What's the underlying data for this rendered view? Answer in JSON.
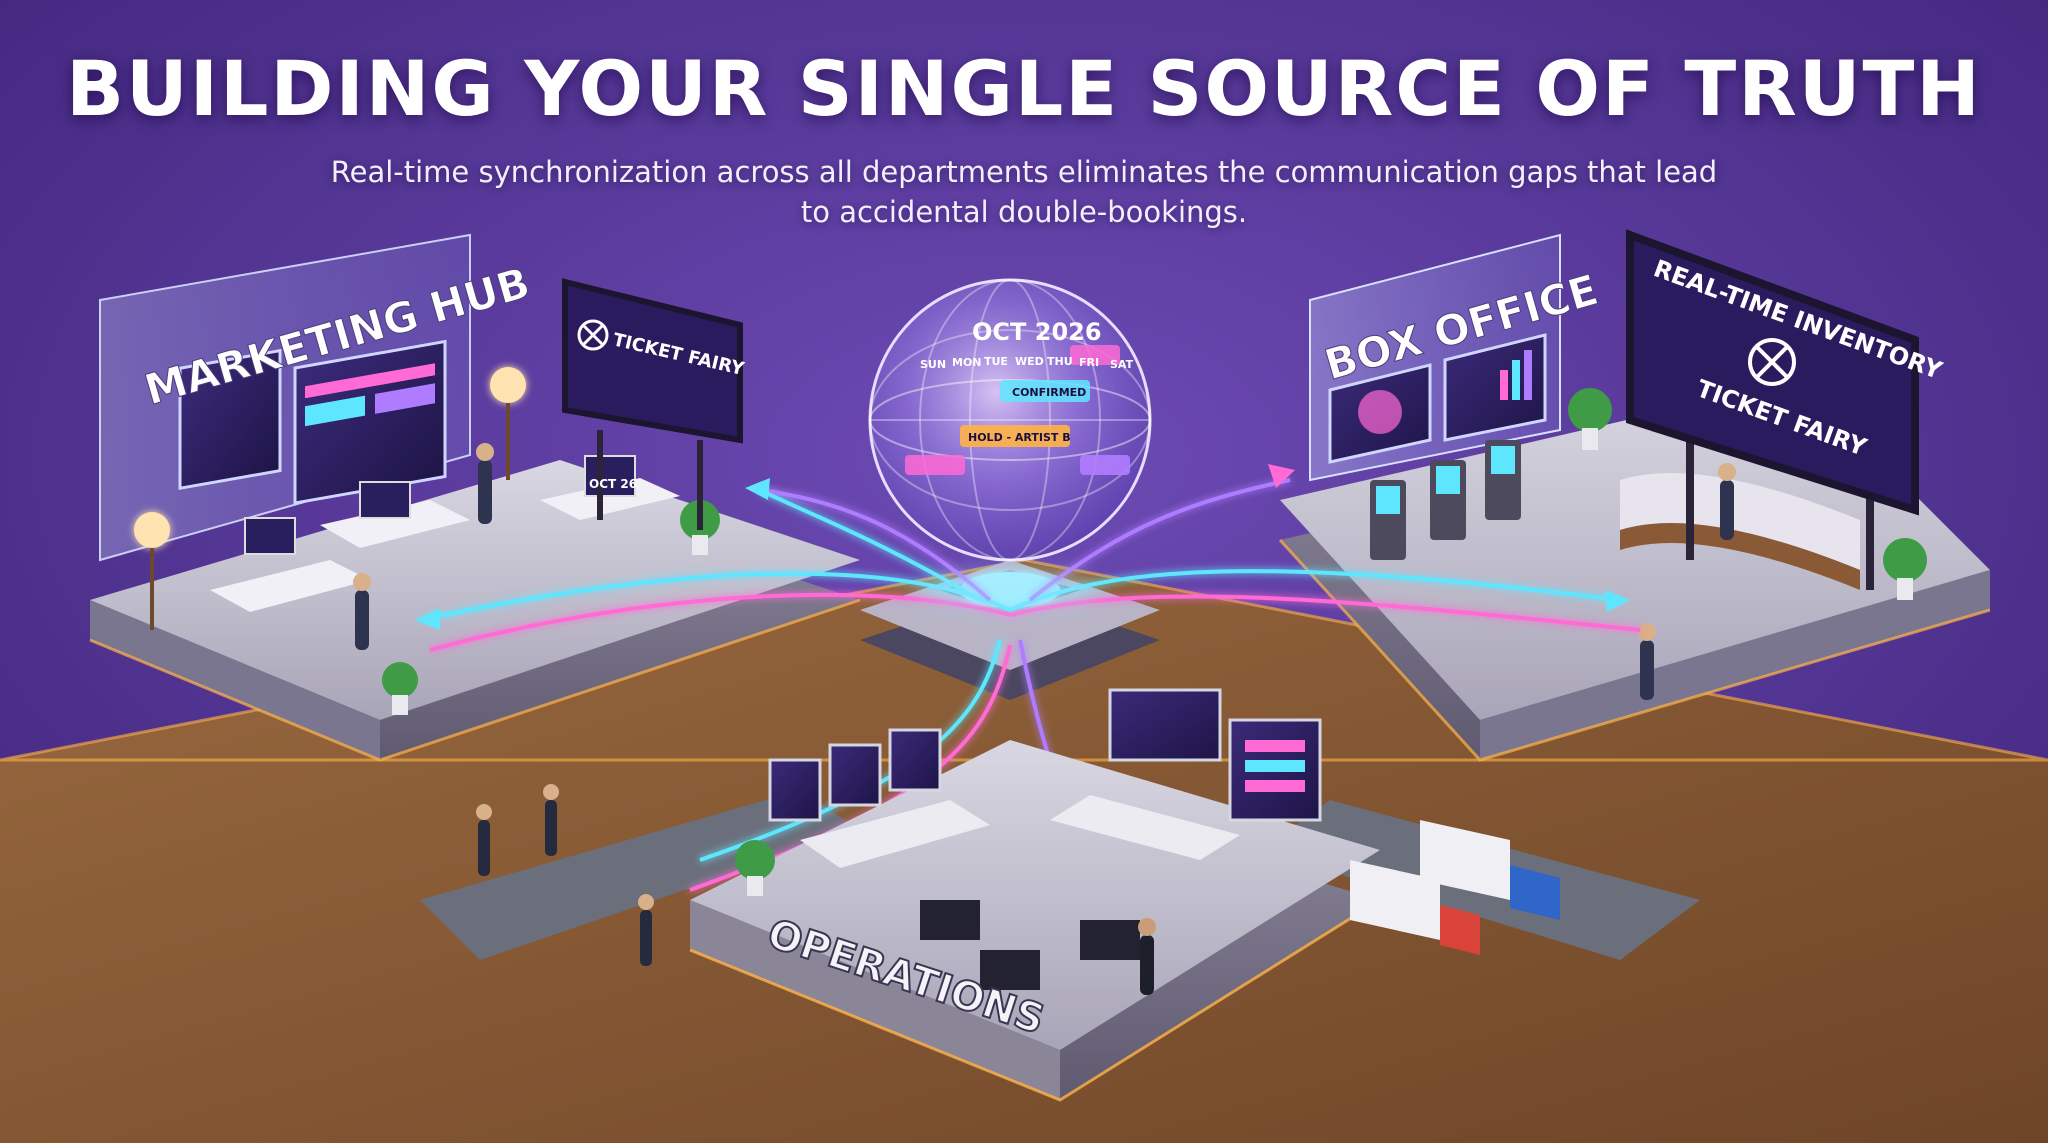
{
  "header": {
    "title": "BUILDING YOUR SINGLE SOURCE OF TRUTH",
    "subtitle": "Real-time synchronization across all departments eliminates the communication gaps that lead to accidental double-bookings."
  },
  "zones": {
    "marketing": "MARKETING HUB",
    "box_office": "BOX OFFICE",
    "operations": "OPERATIONS"
  },
  "billboards": {
    "ticket_fairy_left": "TICKET FAIRY",
    "inventory_title": "REAL-TIME INVENTORY",
    "inventory_brand": "TICKET FAIRY"
  },
  "globe": {
    "month": "OCT 2026",
    "weekdays": [
      "SUN",
      "MON",
      "TUE",
      "WED",
      "THU",
      "FRI",
      "SAT"
    ],
    "events": {
      "confirmed": "CONFIRMED",
      "hold": "HOLD - ARTIST B"
    }
  },
  "monitor_marketing": {
    "date": "OCT 26"
  },
  "colors": {
    "background": "#5a3a9a",
    "cyan_flow": "#5fe6ff",
    "magenta_flow": "#ff6ad5",
    "violet_flow": "#b07cff",
    "floor_wood": "#8a5a36",
    "glow_amber": "#ffb347"
  }
}
